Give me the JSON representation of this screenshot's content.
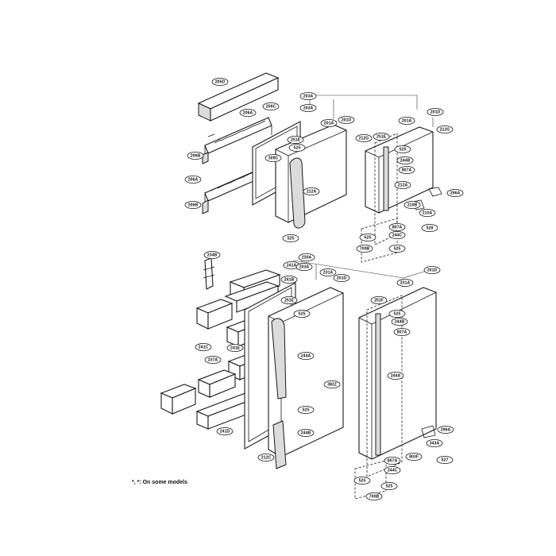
{
  "footnote": "*, *: On some models",
  "callouts": [
    "205D",
    "206A",
    "206C",
    "206B",
    "206A",
    "206B",
    "203A",
    "203A",
    "201A",
    "201D",
    "201A",
    "201D",
    "251E",
    "525",
    "309C",
    "212A",
    "525",
    "251E",
    "525",
    "244B",
    "807A",
    "212A",
    "212G",
    "212G",
    "210B",
    "210A",
    "296A",
    "528",
    "807A",
    "244C",
    "525",
    "700B",
    "525",
    "234B",
    "241A",
    "241B",
    "241C",
    "241E",
    "237A",
    "230A",
    "203A",
    "231A",
    "201D",
    "231A",
    "201D",
    "251E",
    "525",
    "244A",
    "525",
    "244B",
    "382Z",
    "212C",
    "251F",
    "525",
    "244B",
    "807A",
    "244A",
    "343A",
    "296A",
    "803F",
    "527",
    "807A",
    "244C",
    "525",
    "525",
    "700B",
    "241D"
  ]
}
